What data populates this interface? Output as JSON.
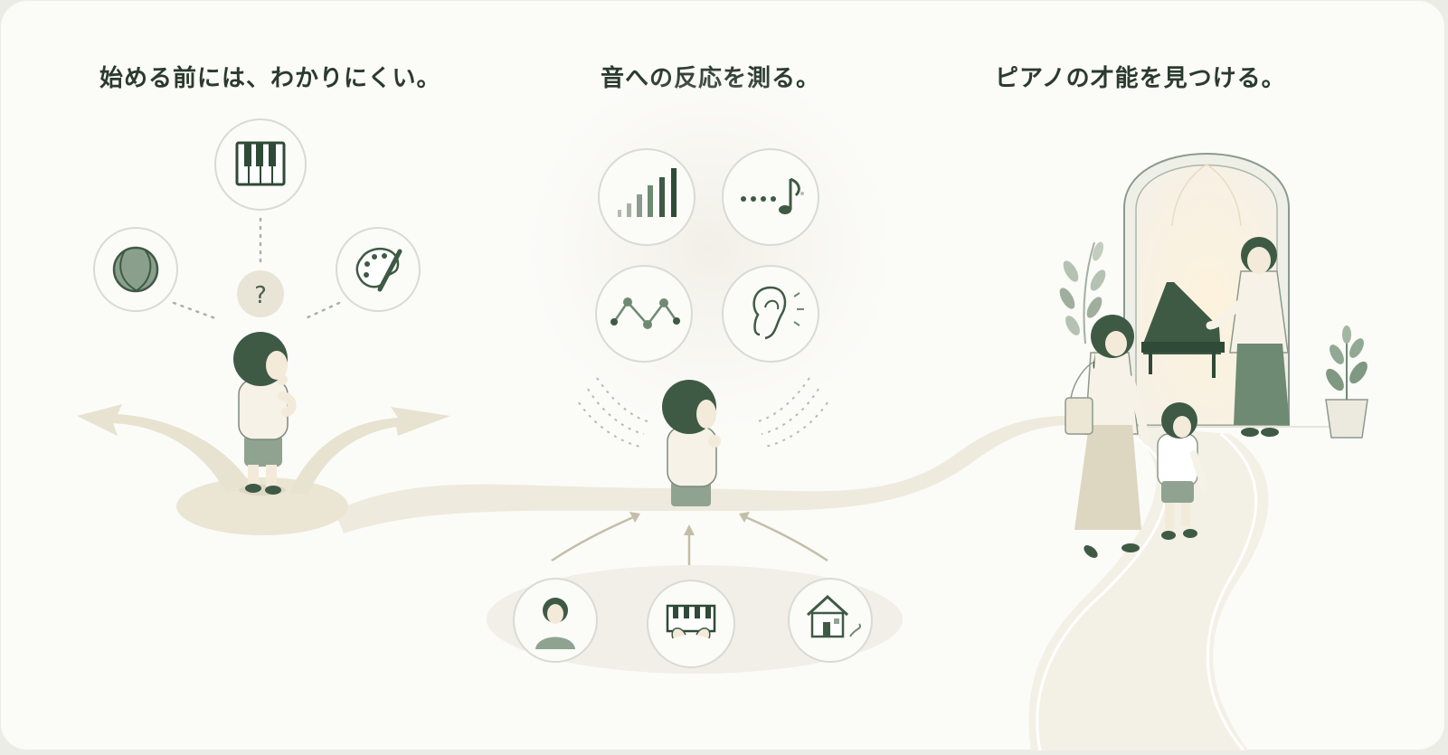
{
  "sections": [
    {
      "heading": "始める前には、わかりにくい。",
      "question_mark": "?",
      "icons": [
        "piano-keys-icon",
        "ball-icon",
        "palette-icon"
      ]
    },
    {
      "heading": "音への反応を測る。",
      "icons": [
        "volume-bars-icon",
        "rhythm-note-icon",
        "pitch-line-icon",
        "ear-icon"
      ],
      "inputs": [
        "parent-icon",
        "piano-hands-icon",
        "home-icon"
      ]
    },
    {
      "heading": "ピアノの才能を見つける。",
      "icons": [
        "arch-door-icon",
        "grand-piano-icon",
        "teacher-icon",
        "family-icon"
      ]
    }
  ],
  "colors": {
    "green_dark": "#3f5a44",
    "green_mid": "#6f8a73",
    "sand": "#ebe6d6",
    "text": "#2b3a2e"
  }
}
